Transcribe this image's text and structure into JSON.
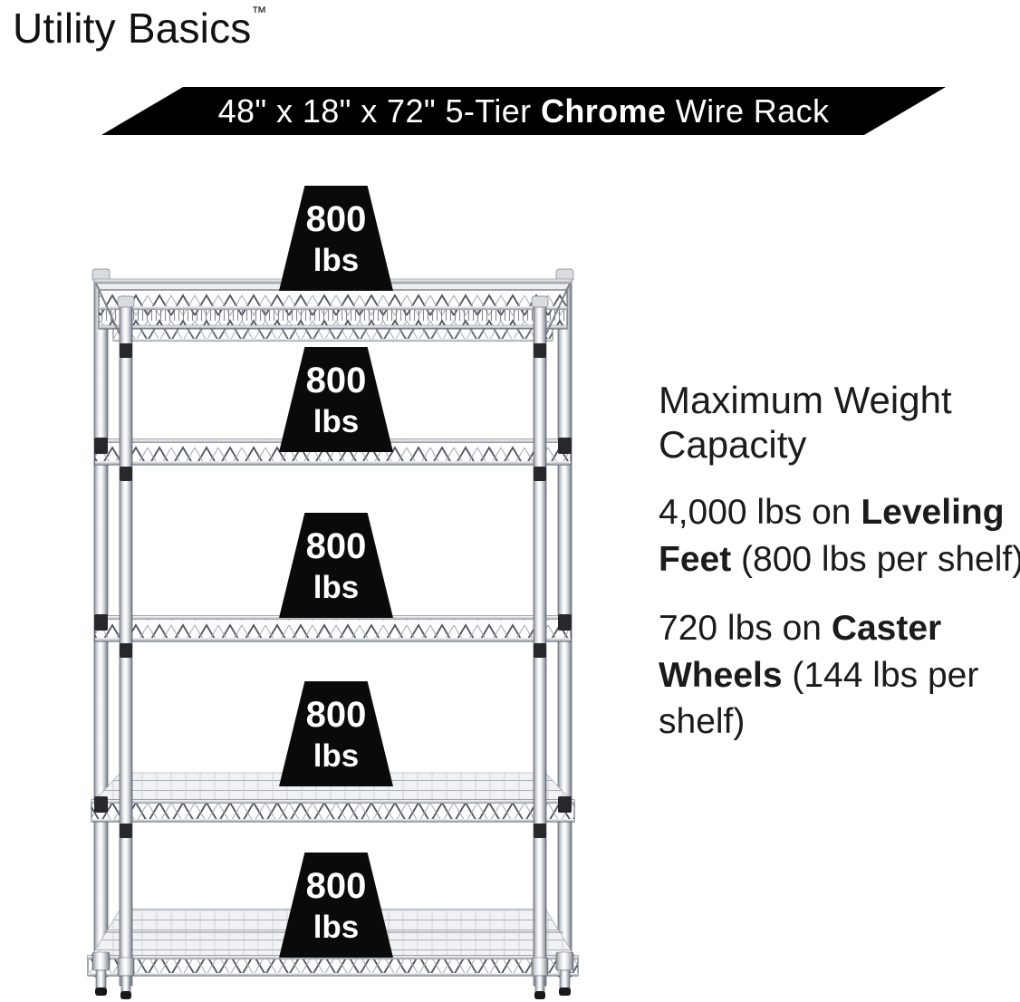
{
  "brand": {
    "name": "Utility Basics",
    "trademark": "™"
  },
  "banner": {
    "dimensions": "48\" x 18\" x 72\" 5-Tier ",
    "highlight": "Chrome",
    "suffix": " Wire Rack",
    "bg_color": "#000000",
    "text_color": "#ffffff"
  },
  "rack": {
    "tiers": 5,
    "finish": "Chrome",
    "shelf_weights": [
      {
        "value": "800",
        "unit": "lbs"
      },
      {
        "value": "800",
        "unit": "lbs"
      },
      {
        "value": "800",
        "unit": "lbs"
      },
      {
        "value": "800",
        "unit": "lbs"
      },
      {
        "value": "800",
        "unit": "lbs"
      }
    ]
  },
  "info": {
    "heading": "Maximum Weight Capacity",
    "leveling": {
      "prefix": "4,000 lbs on ",
      "bold": "Leveling Feet",
      "suffix": " (800 lbs per shelf)"
    },
    "caster": {
      "prefix": "720 lbs on ",
      "bold": "Caster Wheels",
      "suffix": " (144 lbs per shelf)"
    }
  },
  "colors": {
    "marker_bg": "#0a0a0a",
    "chrome_light": "#f4f6f8",
    "chrome_dark": "#777d85",
    "text": "#1b1b1b"
  }
}
